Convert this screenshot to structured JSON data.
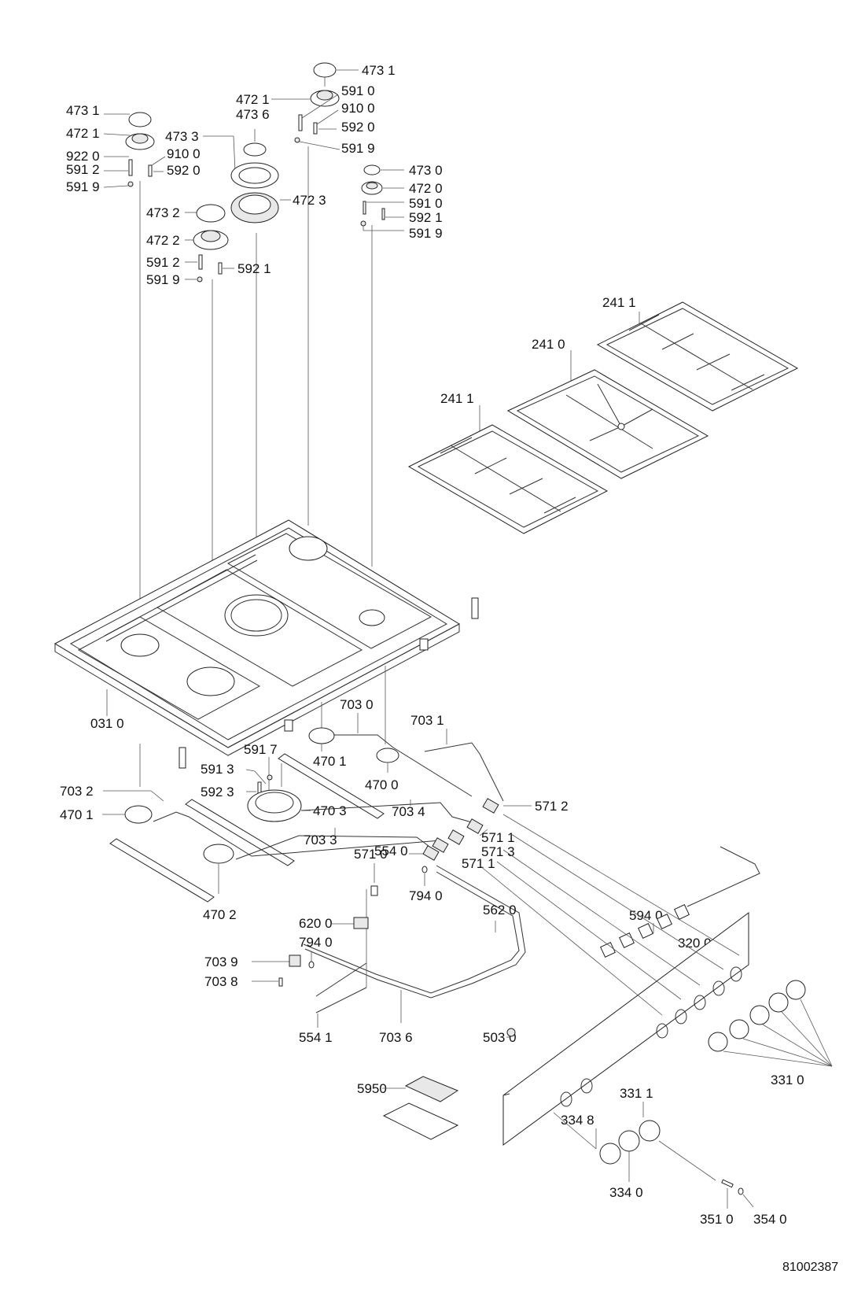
{
  "diagram": {
    "type": "exploded-parts-view",
    "subject": "gas hob (5 burners) with pan supports, burners, gas valves, gas rail, control panel and knobs",
    "document_number": "81002387",
    "labels": {
      "cap_4731_a": "473 1",
      "head_4721_a": "472 1",
      "thermo_5910_a": "591 0",
      "screw_9100_a": "910 0",
      "elec_5920_a": "592 0",
      "clip_5919_a": "591 9",
      "cap_4731_b": "473 1",
      "head_4721_b": "472 1",
      "nut_9220": "922 0",
      "thermo_5912_a": "591 2",
      "clip_5919_b": "591 9",
      "screw_9100_b": "910 0",
      "elec_5920_b": "592 0",
      "cap_4736": "473 6",
      "ring_4733": "473 3",
      "head_4723": "472 3",
      "cap_4730": "473 0",
      "head_4720": "472 0",
      "thermo_5910_b": "591 0",
      "elec_5921_a": "592 1",
      "clip_5919_c": "591 9",
      "cap_4732": "473 2",
      "head_4722": "472 2",
      "thermo_5912_b": "591 2",
      "clip_5919_d": "591 9",
      "elec_5921_b": "592 1",
      "grid_2411_a": "241 1",
      "grid_2410": "241 0",
      "grid_2411_b": "241 1",
      "hob_0310": "031 0",
      "pipe_7030": "703 0",
      "pipe_7031": "703 1",
      "thermo_5917": "591 7",
      "burner_4701_a": "470 1",
      "burner_4700": "470 0",
      "thermo_5913": "591 3",
      "elec_5923": "592 3",
      "pipe_7032": "703 2",
      "burner_4701_b": "470 1",
      "burner_4703": "470 3",
      "pipe_7034": "703 4",
      "valve_5712": "571 2",
      "valve_5711_a": "571 1",
      "valve_5713": "571 3",
      "pipe_7033": "703 3",
      "valve_5710": "571 0",
      "valve_5711_b": "571 1",
      "switch_5540": "554 0",
      "burner_4702": "470 2",
      "seal_7940_a": "794 0",
      "gen_6200": "620 0",
      "seal_7940_b": "794 0",
      "clip_5620": "562 0",
      "harness_5940": "594 0",
      "panel_3200": "320 0",
      "elbow_7039": "703 9",
      "screw_7038": "703 8",
      "cable_5541": "554 1",
      "rail_7036": "703 6",
      "bush_5030": "503 0",
      "knob_3311": "331 1",
      "knob_3310": "331 0",
      "timer_5950": "5950",
      "knob_3348": "334 8",
      "knob_3340": "334 0",
      "shaft_3510": "351 0",
      "spring_3540": "354 0"
    }
  }
}
